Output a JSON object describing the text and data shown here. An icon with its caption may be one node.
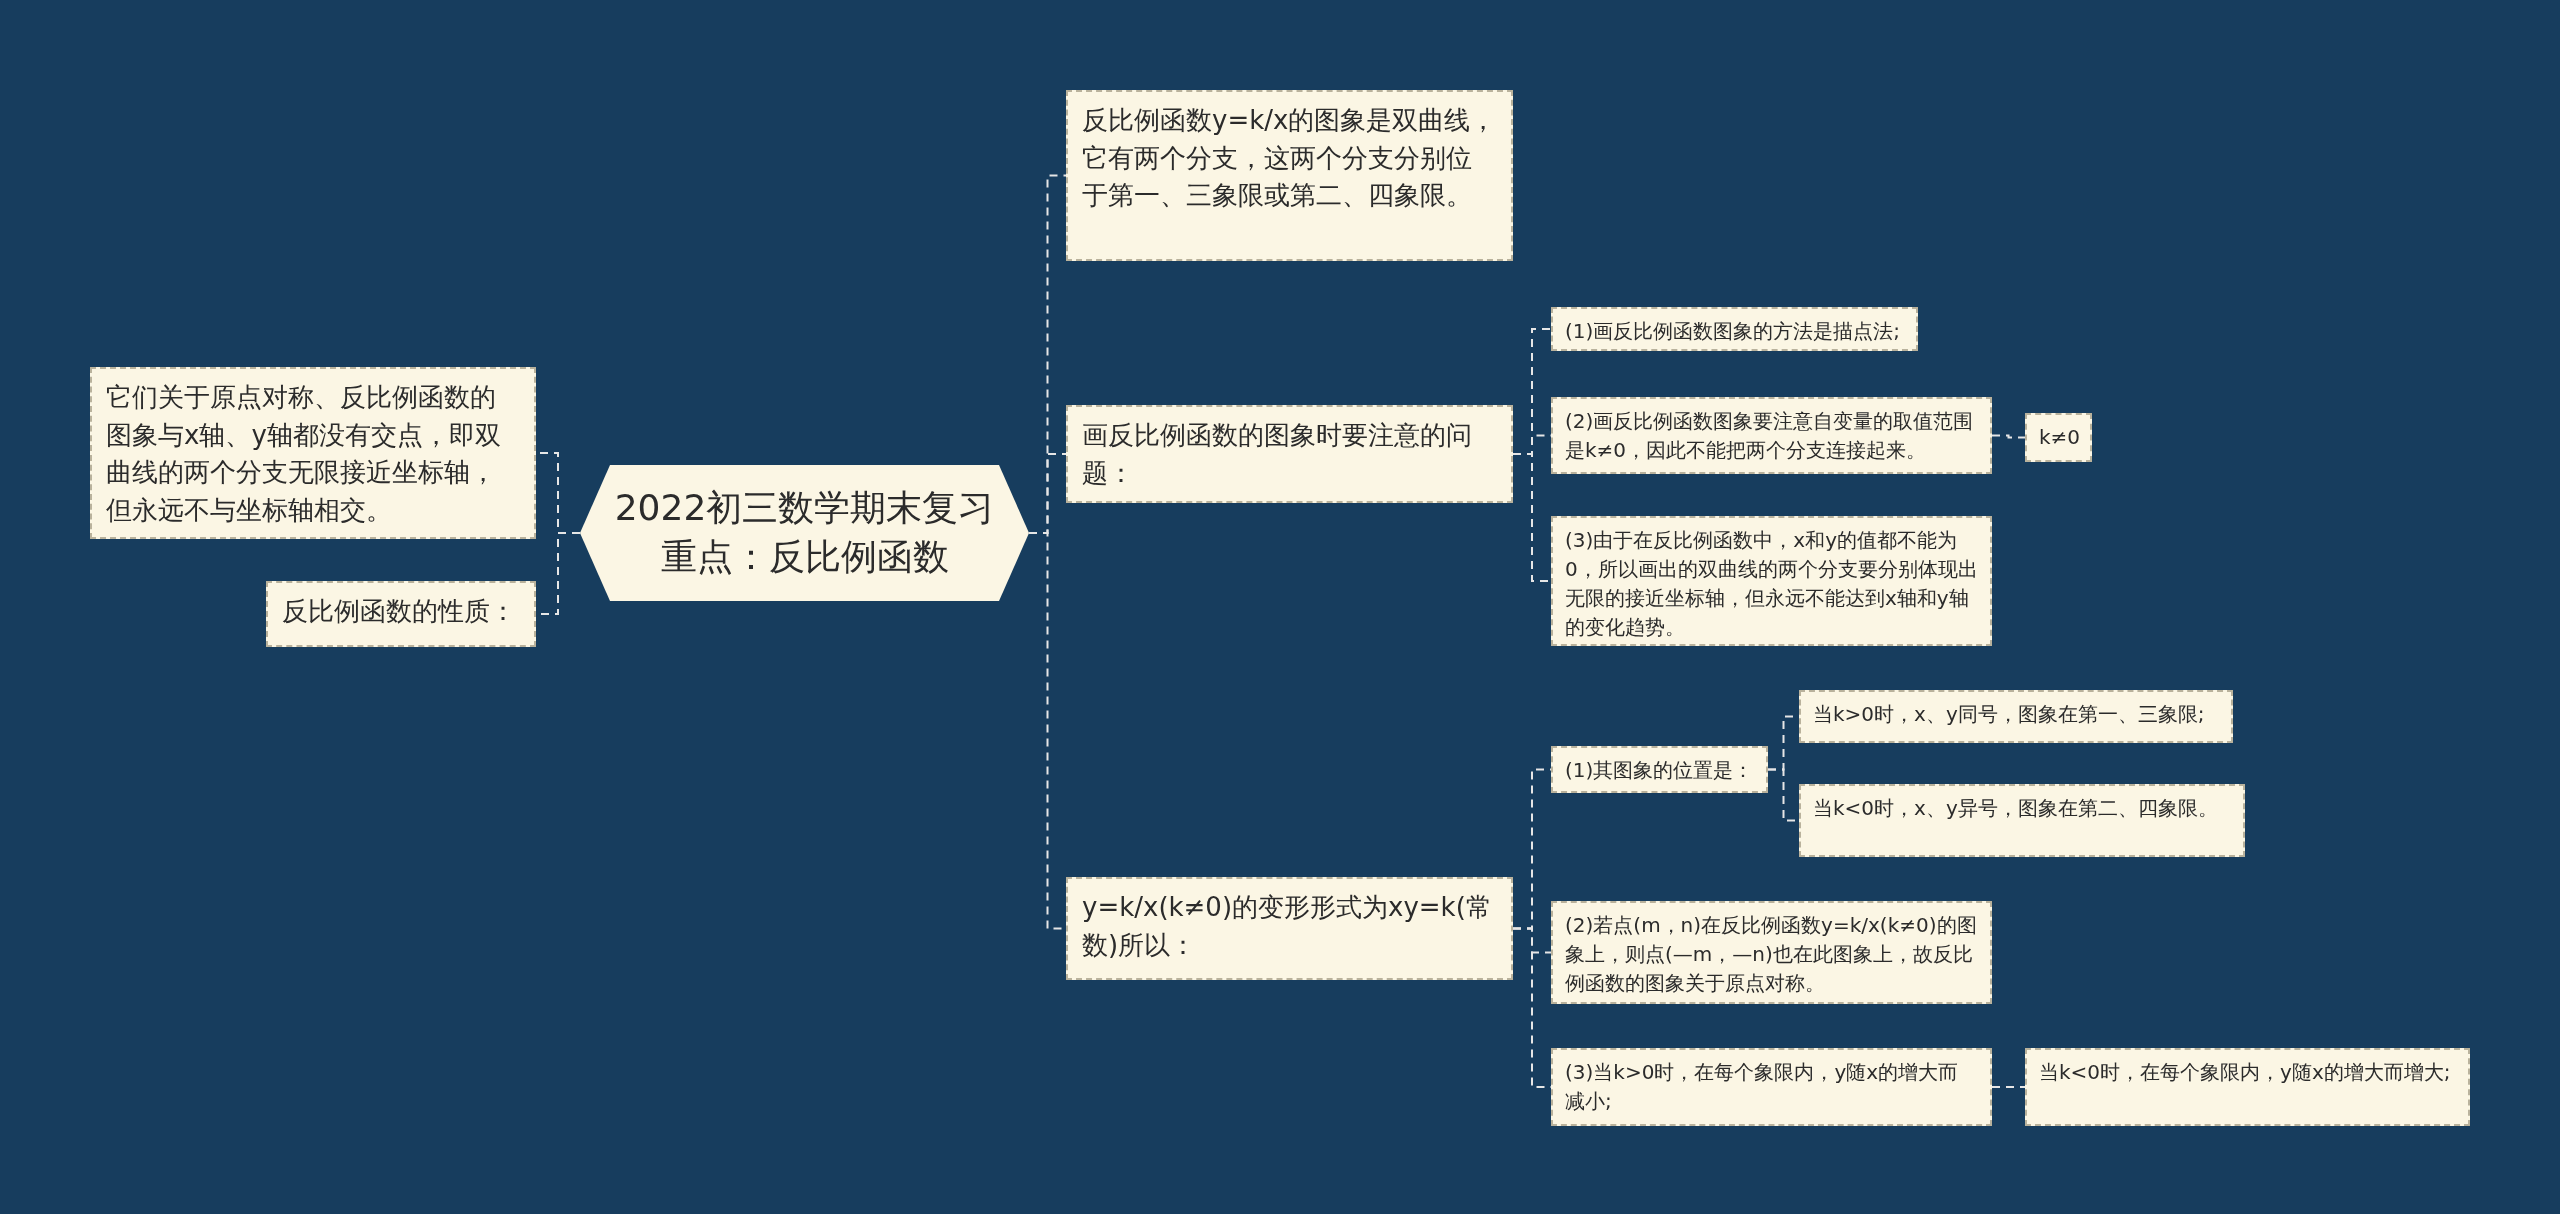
{
  "diagram": {
    "nodes": [
      {
        "text": [
          "2022初三数学期末复习重点：反比例函数"
        ]
      },
      {
        "text": [
          "它们关于原点对称、反比例函数的图象与x轴、y轴都没有交点，即双曲线的两个分支无限接近坐标轴，但永远不与坐标轴相交。"
        ]
      },
      {
        "text": [
          "反比例函数的性质："
        ]
      },
      {
        "text": [
          "反比例函数y=k/x的图象是双曲线，它有两个分支，这两个分支分别位于第一、三象限或第二、四象限。"
        ]
      },
      {
        "text": [
          "画反比例函数的图象时要注意的问题："
        ]
      },
      {
        "text": [
          "(1)画反比例函数图象的方法是描点法;"
        ]
      },
      {
        "text": [
          "(2)画反比例函数图象要注意自变量的取值范围是k≠0，因此不能把两个分支连接起来。"
        ]
      },
      {
        "text": [
          "k≠0"
        ]
      },
      {
        "text": [
          "(3)由于在反比例函数中，x和y的值都不能为0，所以画出的双曲线的两个分支要分别体现出无限的接近坐标轴，但永远不能达到x轴和y轴的变化趋势。"
        ]
      },
      {
        "text": [
          "y=k/x(k≠0)的变形形式为xy=k(常数)所以："
        ]
      },
      {
        "text": [
          "(1)其图象的位置是："
        ]
      },
      {
        "text": [
          "当k>0时，x、y同号，图象在第一、三象限;"
        ]
      },
      {
        "text": [
          "当k<0时，x、y异号，图象在第二、四象限。"
        ]
      },
      {
        "text": [
          "(2)若点(m，n)在反比例函数y=k/x(k≠0)的图象上，则点(—m，—n)也在此图象上，故反比例函数的图象关于原点对称。"
        ]
      },
      {
        "text": [
          "(3)当k>0时，在每个象限内，y随x的增大而减小;"
        ]
      },
      {
        "text": [
          "当k<0时，在每个象限内，y随x的增大而增大;"
        ]
      }
    ],
    "edges": [
      {
        "from": 0,
        "to": 1,
        "arrow": "none",
        "style": "dashed"
      },
      {
        "from": 0,
        "to": 2,
        "arrow": "none",
        "style": "dashed"
      },
      {
        "from": 0,
        "to": 3,
        "arrow": "none",
        "style": "dashed"
      },
      {
        "from": 0,
        "to": 4,
        "arrow": "none",
        "style": "dashed"
      },
      {
        "from": 0,
        "to": 9,
        "arrow": "none",
        "style": "dashed"
      },
      {
        "from": 4,
        "to": 5,
        "arrow": "none",
        "style": "dashed"
      },
      {
        "from": 4,
        "to": 6,
        "arrow": "none",
        "style": "dashed"
      },
      {
        "from": 4,
        "to": 8,
        "arrow": "none",
        "style": "dashed"
      },
      {
        "from": 6,
        "to": 7,
        "arrow": "none",
        "style": "dashed"
      },
      {
        "from": 9,
        "to": 10,
        "arrow": "none",
        "style": "dashed"
      },
      {
        "from": 9,
        "to": 13,
        "arrow": "none",
        "style": "dashed"
      },
      {
        "from": 9,
        "to": 14,
        "arrow": "none",
        "style": "dashed"
      },
      {
        "from": 10,
        "to": 11,
        "arrow": "none",
        "style": "dashed"
      },
      {
        "from": 10,
        "to": 12,
        "arrow": "none",
        "style": "dashed"
      },
      {
        "from": 14,
        "to": 15,
        "arrow": "none",
        "style": "dashed"
      }
    ]
  }
}
